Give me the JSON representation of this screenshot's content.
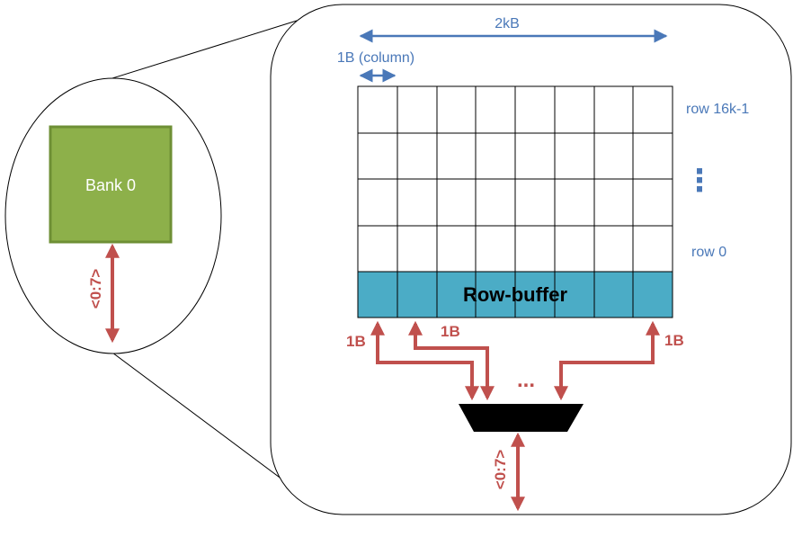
{
  "bank": {
    "label": "Bank 0",
    "color": "#8db04a",
    "border": "#6e8f35"
  },
  "left_bus_label": "<0:7>",
  "mux_bus_label": "<0:7>",
  "width_label": "2kB",
  "column_label": "1B (column)",
  "rows": {
    "top_label": "row 16k-1",
    "bottom_label": "row 0",
    "ellipsis": "⋮"
  },
  "row_buffer": {
    "label": "Row-buffer",
    "color": "#4bacc6"
  },
  "connections": {
    "left1": "1B",
    "left2": "1B",
    "right": "1B",
    "ellipsis": "..."
  },
  "colors": {
    "arrow_red": "#c0504d",
    "text_blue": "#4a78b8"
  }
}
